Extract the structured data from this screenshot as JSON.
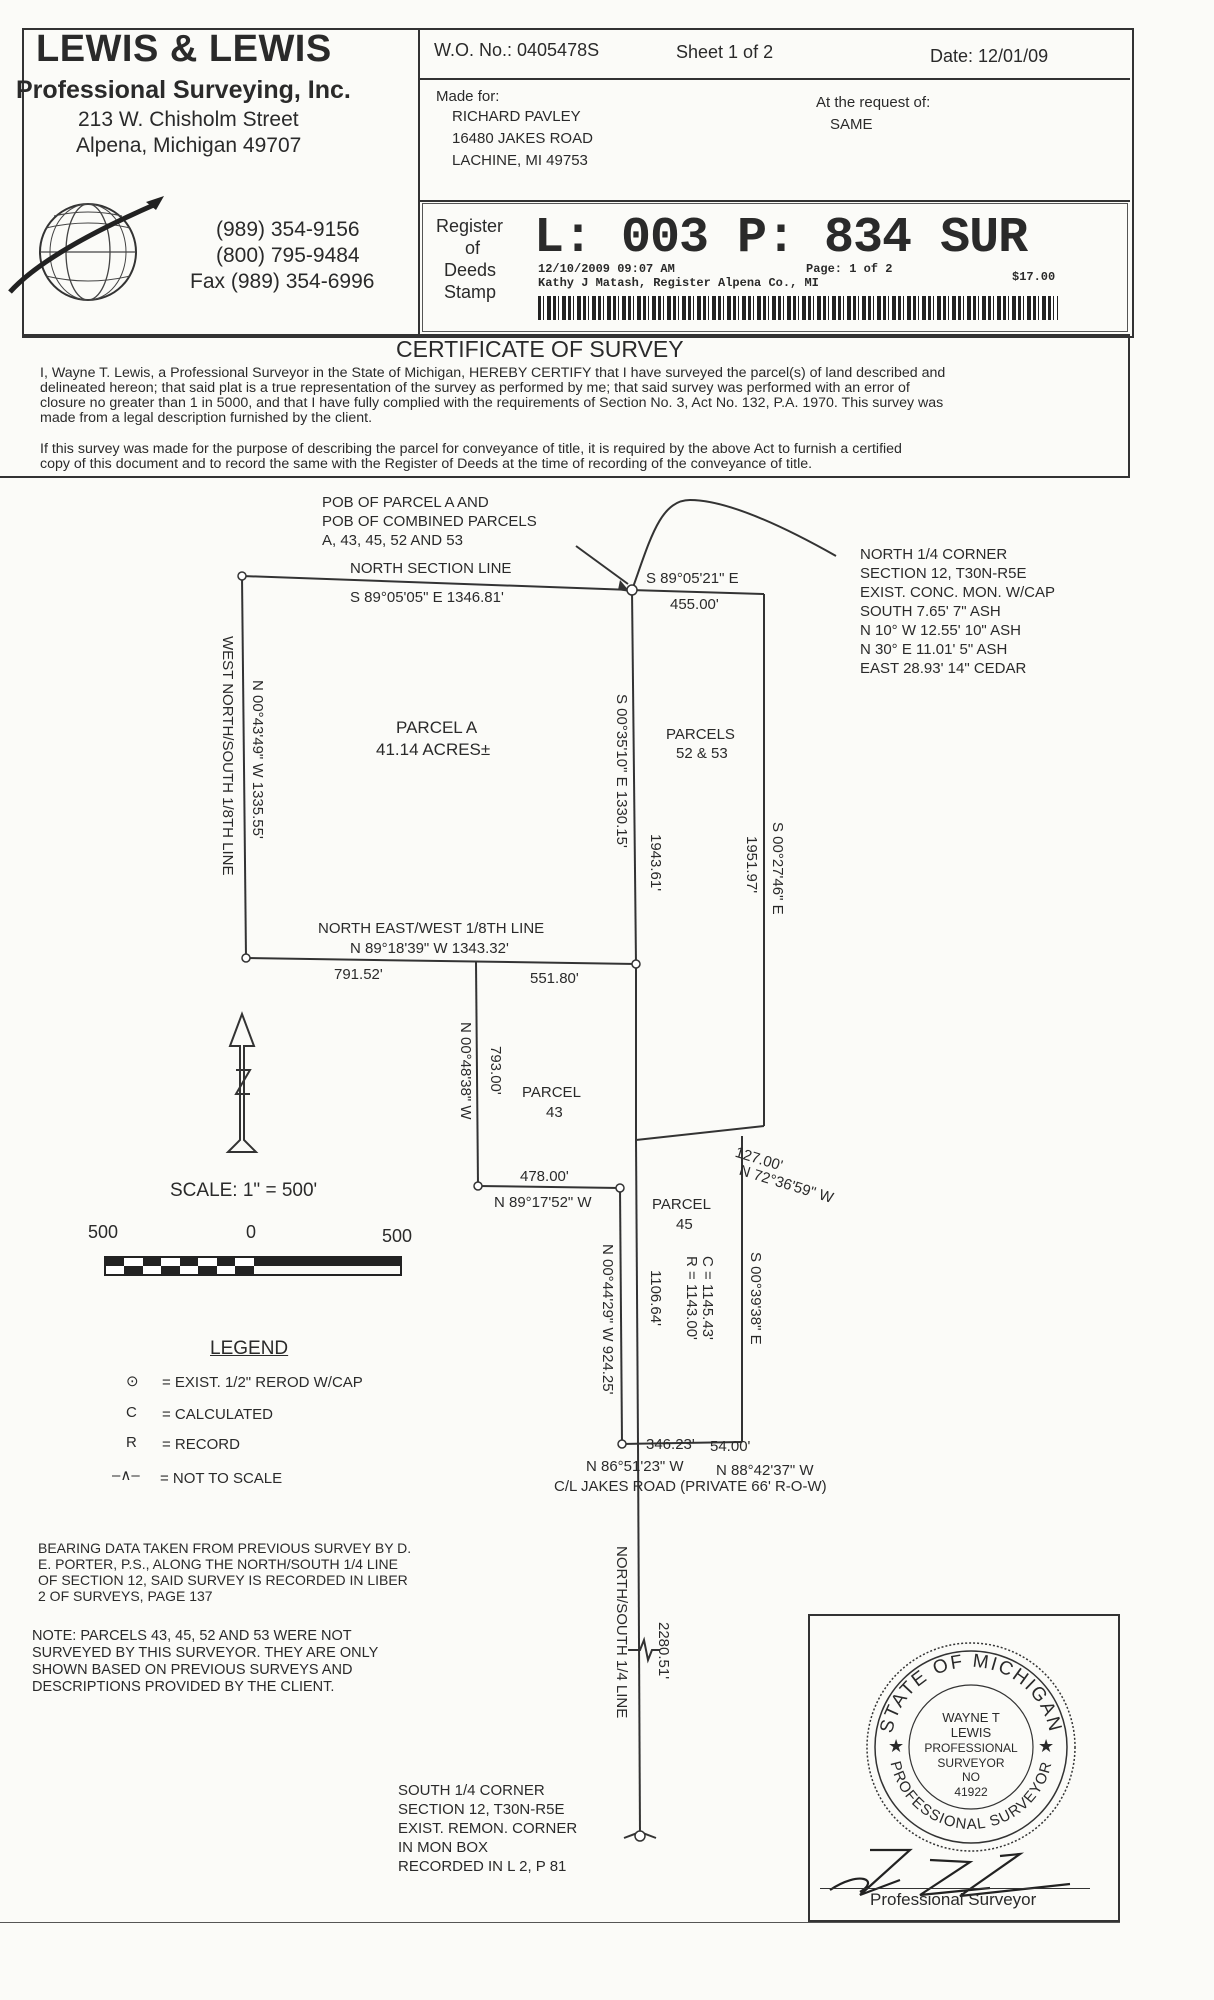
{
  "company": {
    "name": "LEWIS & LEWIS",
    "subtitle": "Professional Surveying, Inc.",
    "street": "213 W. Chisholm Street",
    "city": "Alpena, Michigan 49707",
    "phone1": "(989) 354-9156",
    "phone2": "(800) 795-9484",
    "fax": "Fax  (989) 354-6996"
  },
  "header": {
    "wo": "W.O. No.: 0405478S",
    "sheet": "Sheet 1 of 2",
    "date": "Date:  12/01/09",
    "made_for_label": "Made for:",
    "client_name": "RICHARD PAVLEY",
    "client_street": "16480 JAKES ROAD",
    "client_city": "LACHINE, MI  49753",
    "request_label": "At the request of:",
    "request_value": "SAME",
    "rod_label1": "Register",
    "rod_label2": "of",
    "rod_label3": "Deeds",
    "rod_label4": "Stamp",
    "stamp_big": "L: 003 P: 834 SUR",
    "stamp_line1": "12/10/2009 09:07 AM",
    "stamp_page": "Page: 1 of 2",
    "stamp_fee": "$17.00",
    "stamp_line2": "Kathy J Matash, Register Alpena Co., MI"
  },
  "certificate": {
    "title": "CERTIFICATE OF SURVEY",
    "p1": [
      "I, Wayne T. Lewis, a Professional Surveyor in the State of Michigan, HEREBY CERTIFY that I have surveyed the parcel(s) of land described and",
      "delineated hereon; that said plat is a true representation of the survey as performed by me; that said survey was performed with an error of",
      "closure no greater than 1 in 5000, and that I have fully complied with the requirements of Section No. 3, Act No. 132, P.A. 1970.  This survey was",
      "made from a legal description furnished by the client."
    ],
    "p2": [
      "If this survey was made for the purpose of describing the parcel for conveyance of title, it is required by the above Act to furnish a certified",
      "copy of this document and to record the same with the Register of Deeds at the time of recording of the conveyance of title."
    ]
  },
  "map": {
    "pob": [
      "POB OF PARCEL A AND",
      "POB OF COMBINED PARCELS",
      "A, 43, 45, 52 AND 53"
    ],
    "north_quarter": [
      "NORTH 1/4 CORNER",
      "SECTION 12, T30N-R5E",
      "EXIST. CONC. MON. W/CAP",
      "SOUTH   7.65'  7\" ASH",
      "N 10° W   12.55'  10\" ASH",
      "N 30° E   11.01'  5\" ASH",
      "EAST   28.93'  14\" CEDAR"
    ],
    "north_section_line": "NORTH SECTION LINE",
    "brg_north": "S 89°05'05\" E  1346.81'",
    "brg_ne": "S 89°05'21\" E",
    "dist_455": "455.00'",
    "west_line": "WEST NORTH/SOUTH 1/8TH LINE",
    "brg_west": "N 00°43'49\" W  1335.55'",
    "parcel_a": "PARCEL A",
    "parcel_a_area": "41.14 ACRES±",
    "brg_mid": "S 00°35'10\" E  1330.15'",
    "dist_1943": "1943.61'",
    "parcels_5253": "PARCELS",
    "parcels_5253_b": "52 & 53",
    "brg_east": "S 00°27'46\" E",
    "dist_1951": "1951.97'",
    "ne_eighth": "NORTH EAST/WEST 1/8TH LINE",
    "brg_south_a": "N 89°18'39\" W  1343.32'",
    "dist_791": "791.52'",
    "dist_551": "551.80'",
    "brg_43w": "N 00°48'38\" W",
    "dist_793": "793.00'",
    "parcel_43": "PARCEL",
    "parcel_43_b": "43",
    "dist_127": "127.00'",
    "brg_72": "N 72°36'59\" W",
    "dist_478": "478.00'",
    "brg_43s": "N 89°17'52\" W",
    "parcel_45": "PARCEL",
    "parcel_45_b": "45",
    "brg_45w": "N 00°44'29\" W  924.25'",
    "dist_1106": "1106.64'",
    "curve_c": "C = 1145.43'",
    "curve_r": "R = 1143.00'",
    "brg_45e": "S 00°39'38\" E",
    "dist_346": "346.23'",
    "dist_54": "54.00'",
    "brg_86": "N 86°51'23\" W",
    "brg_88": "N 88°42'37\" W",
    "jakes": "C/L JAKES ROAD (PRIVATE 66' R-O-W)",
    "ns_quarter": "NORTH/SOUTH 1/4 LINE",
    "dist_2280": "2280.51'",
    "south_quarter": [
      "SOUTH 1/4 CORNER",
      "SECTION 12, T30N-R5E",
      "EXIST. REMON. CORNER",
      "IN MON BOX",
      "RECORDED IN L 2, P 81"
    ]
  },
  "scale": {
    "label": "SCALE:  1\" = 500'",
    "left": "500",
    "mid": "0",
    "right": "500"
  },
  "legend": {
    "title": "LEGEND",
    "items": [
      {
        "sym": "⊙",
        "text": "= EXIST. 1/2\" REROD W/CAP"
      },
      {
        "sym": "C",
        "text": "= CALCULATED"
      },
      {
        "sym": "R",
        "text": "= RECORD"
      },
      {
        "sym": "–∧–",
        "text": "= NOT TO SCALE"
      }
    ]
  },
  "notes": {
    "bearing": [
      "BEARING DATA TAKEN FROM PREVIOUS SURVEY BY D.",
      "E. PORTER, P.S., ALONG THE NORTH/SOUTH 1/4 LINE",
      "OF SECTION 12, SAID SURVEY IS RECORDED IN LIBER",
      "2 OF SURVEYS, PAGE 137"
    ],
    "parcels": [
      "NOTE:  PARCELS 43, 45, 52 AND 53 WERE NOT",
      "SURVEYED BY THIS SURVEYOR.  THEY ARE ONLY",
      "SHOWN BASED ON PREVIOUS SURVEYS AND",
      "DESCRIPTIONS PROVIDED BY THE CLIENT."
    ]
  },
  "seal": {
    "ring_top": "STATE OF MICHIGAN",
    "ring_bottom": "PROFESSIONAL SURVEYOR",
    "name1": "WAYNE T",
    "name2": "LEWIS",
    "l3": "PROFESSIONAL",
    "l4": "SURVEYOR",
    "l5": "NO",
    "num": "41922",
    "caption": "Professional Surveyor"
  }
}
